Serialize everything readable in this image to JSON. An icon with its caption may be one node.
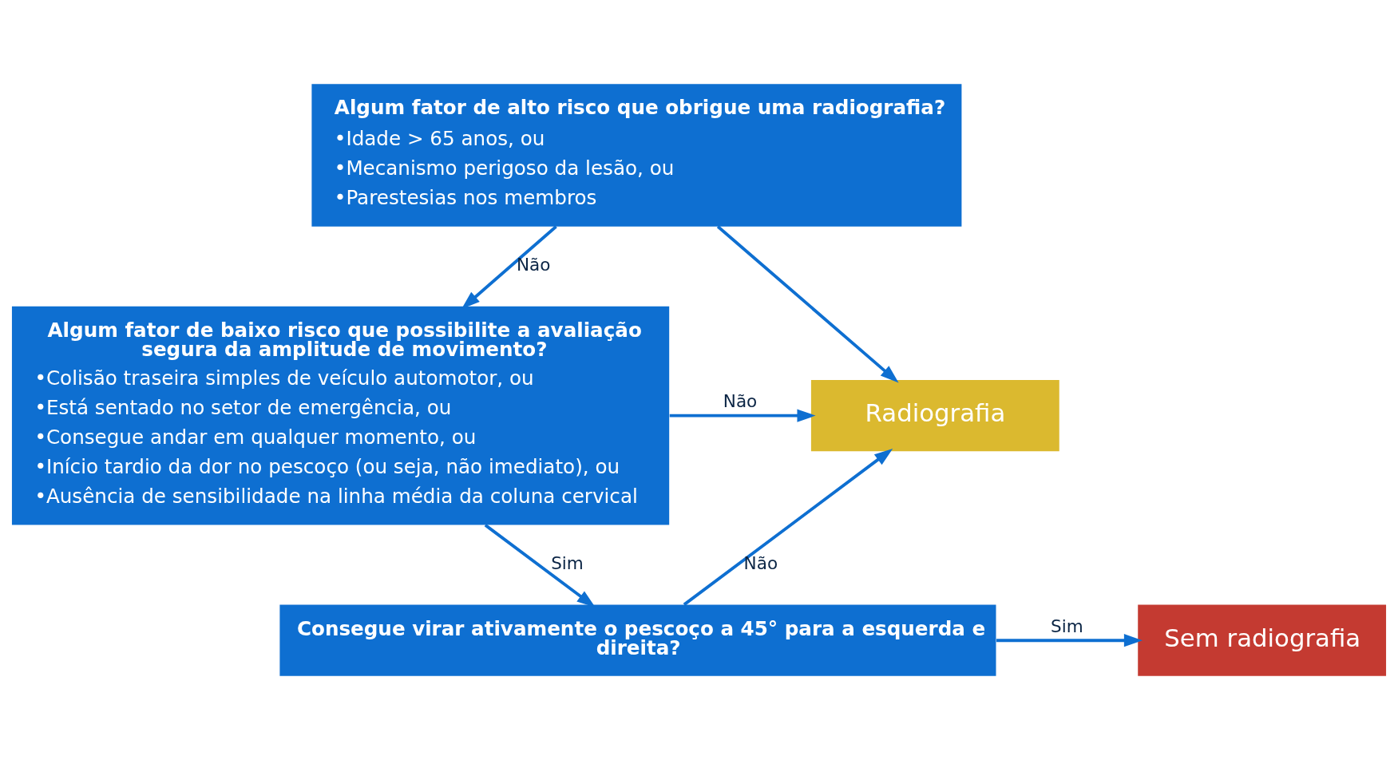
{
  "diagram": {
    "nodes": [
      {
        "text": [
          "Algum fator de alto risco que obrigue uma radiografia?",
          "•Idade > 65 anos, ou",
          "•Mecanismo perigoso da lesão, ou",
          "•Parestesias nos membros"
        ]
      },
      {
        "text": [
          "Algum fator de baixo risco que possibilite a avaliação segura da amplitude de movimento?",
          "•Colisão traseira simples de veículo automotor, ou",
          "•Está sentado no setor de emergência, ou",
          "•Consegue andar em qualquer momento, ou",
          "•Início tardio da dor no pescoço (ou seja, não imediato), ou",
          "•Ausência de sensibilidade na linha média da coluna cervical"
        ]
      },
      {
        "text": [
          "Radiografia"
        ]
      },
      {
        "text": [
          "Consegue virar ativamente o pescoço a 45° para a esquerda e direita?"
        ]
      },
      {
        "text": [
          "Sem radiografia"
        ]
      }
    ],
    "edges": [
      {
        "from": 0,
        "to": 1,
        "arrow": "to",
        "label": "Não"
      },
      {
        "from": 0,
        "to": 2,
        "arrow": "to"
      },
      {
        "from": 1,
        "to": 2,
        "arrow": "to",
        "label": "Não"
      },
      {
        "from": 1,
        "to": 3,
        "arrow": "to",
        "label": "Sim"
      },
      {
        "from": 3,
        "to": 2,
        "arrow": "to",
        "label": "Não"
      },
      {
        "from": 3,
        "to": 4,
        "arrow": "to",
        "label": "Sim"
      }
    ]
  }
}
